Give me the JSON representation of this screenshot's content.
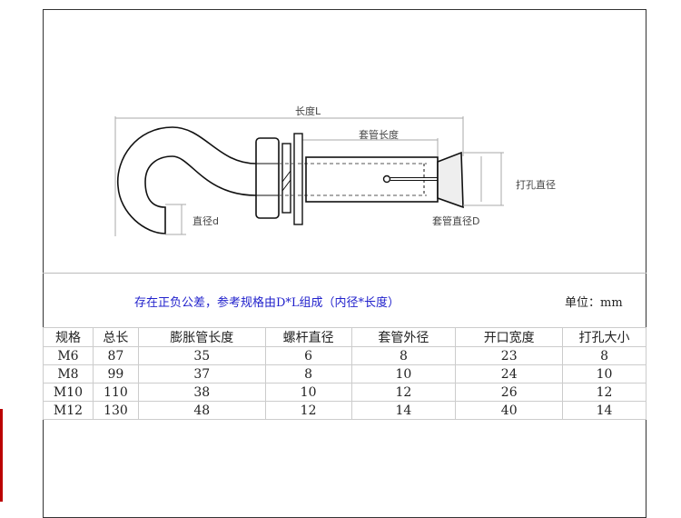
{
  "diagram": {
    "length_label": "长度L",
    "sleeve_length_label": "套管长度",
    "drill_diameter_label": "打孔直径",
    "sleeve_diameter_label": "套管直径D",
    "rod_diameter_label": "直径d"
  },
  "note": "存在正负公差，参考规格由D*L组成（内径*长度）",
  "unit": "单位：mm",
  "table": {
    "headers": [
      "规格",
      "总长",
      "膨胀管长度",
      "螺杆直径",
      "套管外径",
      "开口宽度",
      "打孔大小"
    ],
    "rows": [
      [
        "M6",
        "87",
        "35",
        "6",
        "8",
        "23",
        "8"
      ],
      [
        "M8",
        "99",
        "37",
        "8",
        "10",
        "24",
        "10"
      ],
      [
        "M10",
        "110",
        "38",
        "10",
        "12",
        "26",
        "12"
      ],
      [
        "M12",
        "130",
        "48",
        "12",
        "14",
        "40",
        "14"
      ]
    ]
  }
}
